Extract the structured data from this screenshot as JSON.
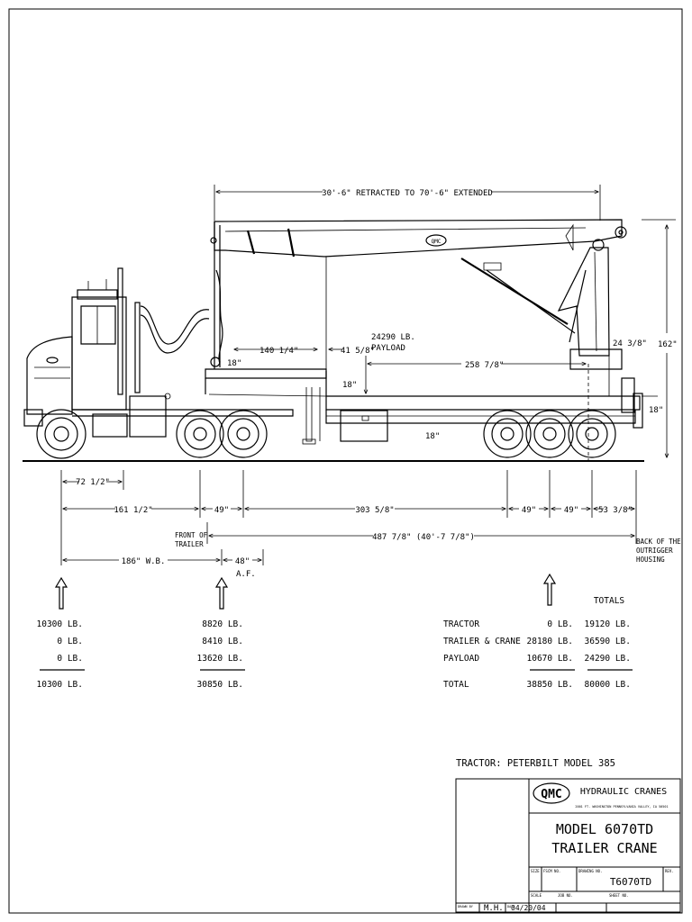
{
  "dims": {
    "boom_reach": "30'-6\" RETRACTED TO 70'-6\" EXTENDED",
    "overall_height": "162\"",
    "d_140": "140 1/4\"",
    "d_41": "41 5/8\"",
    "payload_note_1": "24290 LB.",
    "payload_note_2": "PAYLOAD",
    "d_258": "258 7/8\"",
    "d_24": "24 3/8\"",
    "d_18a": "18\"",
    "d_18b": "18\"",
    "d_18c": "18\"",
    "d_18d": "18\"",
    "d_72": "72 1/2\"",
    "d_161": "161 1/2\"",
    "d_49a": "49\"",
    "d_303": "303 5/8\"",
    "d_49b": "49\"",
    "d_49c": "49\"",
    "d_53": "53 3/8\"",
    "front_trailer": [
      "FRONT OF",
      "TRAILER"
    ],
    "d_487": "487 7/8\" (40'-7 7/8\")",
    "back_housing": [
      "BACK OF THE",
      "OUTRIGGER",
      "HOUSING"
    ],
    "d_186": "186\" W.B.",
    "d_48": "48\"",
    "af": "A.F."
  },
  "axle_loads": {
    "steer": [
      "10300 LB.",
      "0 LB.",
      "0 LB."
    ],
    "steer_total": "10300 LB.",
    "drive": [
      "8820 LB.",
      "8410 LB.",
      "13620 LB."
    ],
    "drive_total": "30850 LB."
  },
  "load_table": {
    "totals_header": "TOTALS",
    "rows": [
      {
        "label": "TRACTOR",
        "trailer_axles": "0 LB.",
        "total": "19120 LB."
      },
      {
        "label": "TRAILER & CRANE",
        "trailer_axles": "28180 LB.",
        "total": "36590 LB."
      },
      {
        "label": "PAYLOAD",
        "trailer_axles": "10670 LB.",
        "total": "24290 LB."
      }
    ],
    "total_row": {
      "label": "TOTAL",
      "trailer_axles": "38850 LB.",
      "total": "80000 LB."
    }
  },
  "tractor_note": "TRACTOR: PETERBILT MODEL 385",
  "title_block": {
    "logo": "QMC",
    "company": "HYDRAULIC CRANES",
    "address": "2001 FT. WASHINGTON PENNSYLVANIA VALLEY, IA 50501",
    "model_line1": "MODEL 6070TD",
    "model_line2": "TRAILER CRANE",
    "drawing_no_label": "DRAWING NO.",
    "drawing_no": "T6070TD",
    "rev_label": "REV.",
    "size_label": "SIZE",
    "fscm_label": "FSCM NO.",
    "scale_label": "SCALE",
    "job_label": "JOB NO.",
    "sheet_label": "SHEET NO.",
    "drawn_label": "DRAWN BY",
    "drawn_by": "M.H.",
    "date_label": "DATE",
    "date": "04/20/04"
  }
}
